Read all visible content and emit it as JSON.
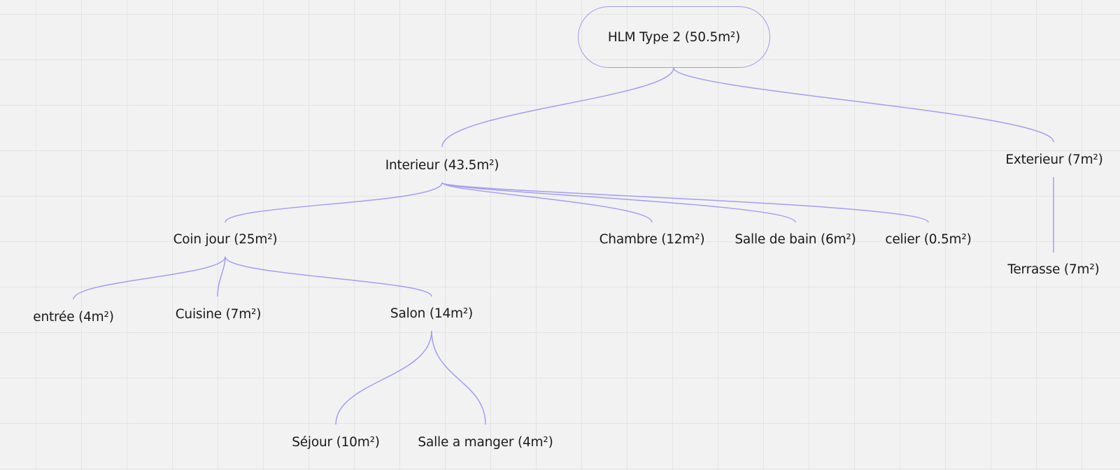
{
  "mindmap": {
    "root": {
      "label": "HLM Type 2 (50.5m²)"
    },
    "nodes": {
      "interieur": "Interieur (43.5m²)",
      "exterieur": "Exterieur (7m²)",
      "coin_jour": "Coin jour (25m²)",
      "chambre": "Chambre (12m²)",
      "salle_de_bain": "Salle de bain (6m²)",
      "celier": "celier (0.5m²)",
      "terrasse": "Terrasse (7m²)",
      "entree": "entrée (4m²)",
      "cuisine": "Cuisine (7m²)",
      "salon": "Salon (14m²)",
      "sejour": "Séjour (10m²)",
      "salle_a_manger": "Salle a manger (4m²)"
    },
    "colors": {
      "connector": "#a29ef2",
      "background": "#f2f2f2",
      "grid": "#e4e4e4",
      "text": "#1a1a1a"
    }
  }
}
